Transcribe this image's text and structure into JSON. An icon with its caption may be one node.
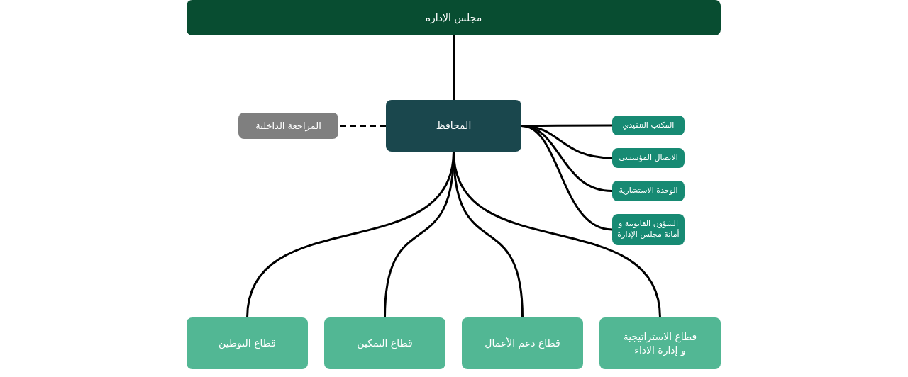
{
  "diagram": {
    "nodes": [
      {
        "text": [
          "مجلس الإدارة"
        ]
      },
      {
        "text": [
          "المحافظ"
        ]
      },
      {
        "text": [
          "المراجعة الداخلية"
        ]
      },
      {
        "text": [
          "المكتب التنفيذي"
        ]
      },
      {
        "text": [
          "الاتصال المؤسسي"
        ]
      },
      {
        "text": [
          "الوحدة الاستشارية"
        ]
      },
      {
        "text": [
          "الشؤون القانونية و أمانة مجلس الإدارة"
        ]
      },
      {
        "text": [
          "قطاع التوطين"
        ]
      },
      {
        "text": [
          "قطاع التمكين"
        ]
      },
      {
        "text": [
          "قطاع دعم الأعمال"
        ]
      },
      {
        "text": [
          "قطاع الاستراتيجية و إدارة الاداء"
        ]
      }
    ],
    "edges": [
      {
        "from": 0,
        "to": 1,
        "arrow": "none"
      },
      {
        "from": 1,
        "to": 2,
        "arrow": "none",
        "style": "dashed"
      },
      {
        "from": 1,
        "to": 3,
        "arrow": "none"
      },
      {
        "from": 1,
        "to": 4,
        "arrow": "none"
      },
      {
        "from": 1,
        "to": 5,
        "arrow": "none"
      },
      {
        "from": 1,
        "to": 6,
        "arrow": "none"
      },
      {
        "from": 1,
        "to": 7,
        "arrow": "none"
      },
      {
        "from": 1,
        "to": 8,
        "arrow": "none"
      },
      {
        "from": 1,
        "to": 9,
        "arrow": "none"
      },
      {
        "from": 1,
        "to": 10,
        "arrow": "none"
      }
    ]
  }
}
